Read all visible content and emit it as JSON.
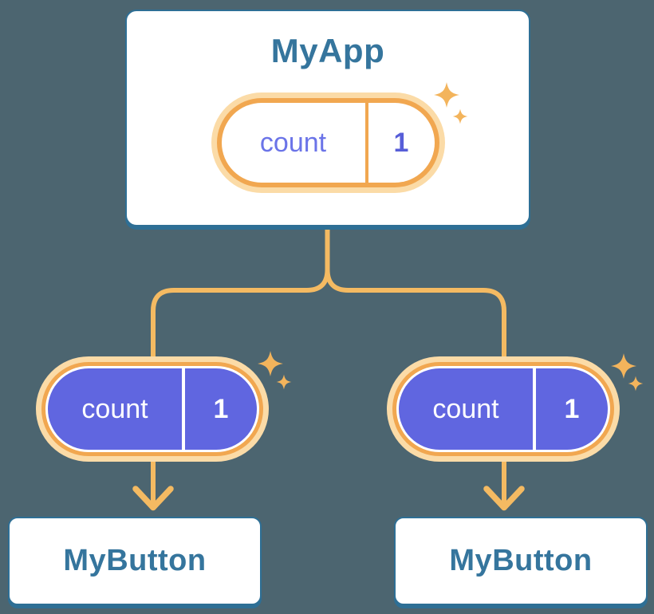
{
  "diagram": {
    "description": "Component tree diagram: parent component sharing state with two child components",
    "root": {
      "title": "MyApp",
      "state": {
        "label": "count",
        "value": "1"
      }
    },
    "children": [
      {
        "title": "MyButton",
        "state": {
          "label": "count",
          "value": "1"
        }
      },
      {
        "title": "MyButton",
        "state": {
          "label": "count",
          "value": "1"
        }
      }
    ],
    "colors": {
      "background": "#4C6570",
      "card_bg": "#FFFFFF",
      "card_border": "#2E6F95",
      "title_text": "#35759D",
      "pill_glow": "#FBDBA7",
      "pill_ring": "#F1A750",
      "pill_fill": "#6066E0",
      "state_label_text": "#6B74E8",
      "state_value_text": "#575ED8",
      "pill_text_on_fill": "#FFFFFF",
      "connector": "#F4BA62",
      "sparkle": "#F3B45C"
    }
  }
}
